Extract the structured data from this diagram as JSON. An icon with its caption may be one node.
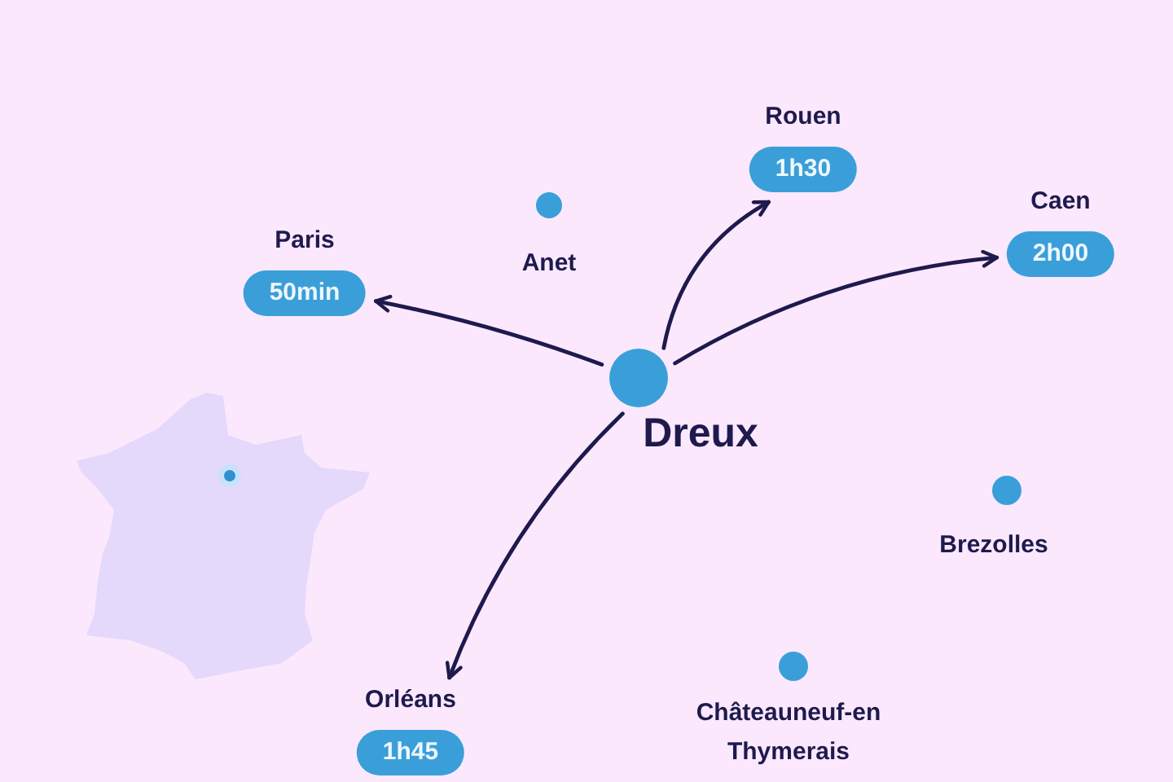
{
  "diagram": {
    "nodes": [
      {
        "text": [
          "Rouen",
          "1h30"
        ]
      },
      {
        "text": [
          "Paris",
          "50min"
        ]
      },
      {
        "text": [],
        "shape": "circle",
        "beside": [
          "Anet"
        ]
      },
      {
        "text": [
          "Caen",
          "2h00"
        ]
      },
      {
        "text": [],
        "shape": "circle",
        "beside": [
          "Dreux"
        ]
      },
      {
        "text": [],
        "shape": "circle",
        "beside": [
          "Brezolles"
        ]
      },
      {
        "text": [
          "Orléans",
          "1h45"
        ]
      },
      {
        "text": [],
        "shape": "circle",
        "beside": [
          "Châteauneuf-en Thymerais"
        ]
      }
    ],
    "edges": [
      {
        "from": 4,
        "to": 1,
        "arrow": "to"
      },
      {
        "from": 4,
        "to": 0,
        "arrow": "to"
      },
      {
        "from": 4,
        "to": 3,
        "arrow": "to"
      },
      {
        "from": 4,
        "to": 6,
        "arrow": "to"
      }
    ]
  }
}
